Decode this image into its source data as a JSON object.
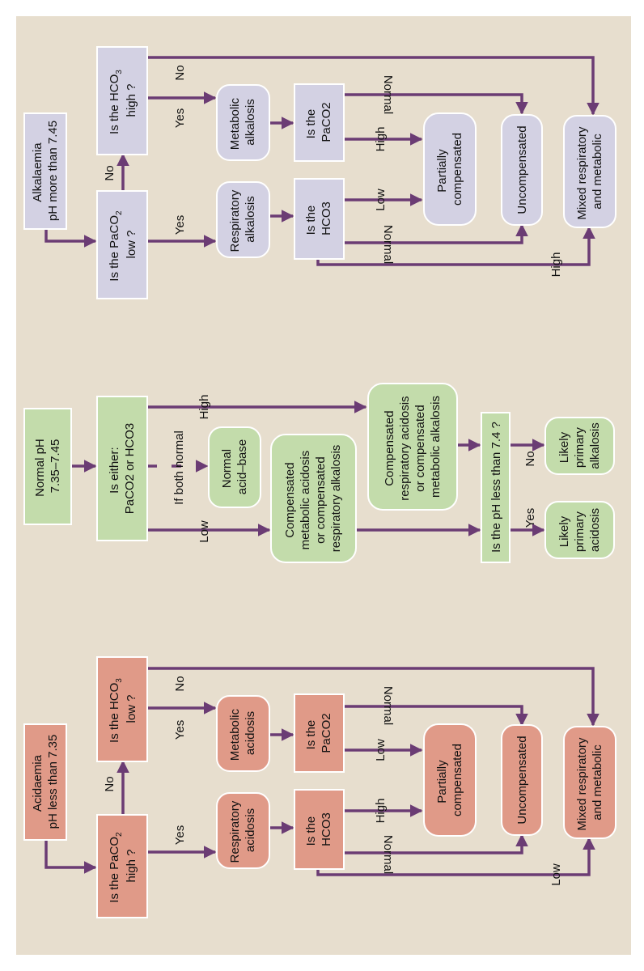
{
  "colors": {
    "background": "#e7dece",
    "arrow": "#6b3c74",
    "alkalaemia_fill": "#d3d1e3",
    "normal_fill": "#c3dcab",
    "acidaemia_fill": "#e09a88",
    "box_stroke": "#ffffff",
    "text": "#111111"
  },
  "alkalaemia": {
    "start": [
      "Alkalaemia",
      "pH more than 7.45"
    ],
    "q_paco2_high_main": "Is the Pa",
    "q_paco2_high_sub": "CO",
    "q_paco2_high_sub2": "2",
    "q_paco2_high_line2": "low ?",
    "q_hco3_main": "Is the HCO",
    "q_hco3_sub": "3",
    "q_hco3_line2": "high ?",
    "yes": "Yes",
    "no": "No",
    "resp": [
      "Respiratory",
      "alkalosis"
    ],
    "metab": [
      "Metabolic",
      "alkalosis"
    ],
    "check_hco3": [
      "Is the",
      "HCO3"
    ],
    "check_paco2_line1": "Is the",
    "check_paco2_line2": "PaCO2",
    "low": "Low",
    "high": "High",
    "normal": "Normal",
    "partial": [
      "Partially",
      "compensated"
    ],
    "uncomp": "Uncompensated",
    "mixed": [
      "Mixed respiratory",
      "and metabolic"
    ]
  },
  "normal": {
    "start": [
      "Normal pH",
      "7.35–7.45"
    ],
    "either": [
      "Is either:",
      "PaCO2 or HCO3"
    ],
    "high": "High",
    "both_normal": "If both normal",
    "low": "Low",
    "nab": [
      "Normal",
      "acid–base"
    ],
    "comp_metab": [
      "Compensated",
      "metabolic acidosis",
      "or compensated",
      "respiratory alkalosis"
    ],
    "comp_resp": [
      "Compensated",
      "respiratory acidosis",
      "or compensated",
      "metabolic alkalosis"
    ],
    "ph_question": "Is the pH less than 7.4 ?",
    "yes": "Yes",
    "no": "No",
    "likely_acid": [
      "Likely",
      "primary",
      "acidosis"
    ],
    "likely_alk": [
      "Likely",
      "primary",
      "alkalosis"
    ]
  },
  "acidaemia": {
    "start": [
      "Acidaemia",
      "pH less than 7.35"
    ],
    "q_paco2_line2": "high ?",
    "q_hco3_line2": "low ?",
    "yes": "Yes",
    "no": "No",
    "resp": [
      "Respiratory",
      "acidosis"
    ],
    "metab": [
      "Metabolic",
      "acidosis"
    ],
    "low": "Low",
    "high": "High",
    "normal": "Normal",
    "partial": [
      "Partially",
      "compensated"
    ],
    "uncomp": "Uncompensated",
    "mixed": [
      "Mixed respiratory",
      "and metabolic"
    ]
  }
}
